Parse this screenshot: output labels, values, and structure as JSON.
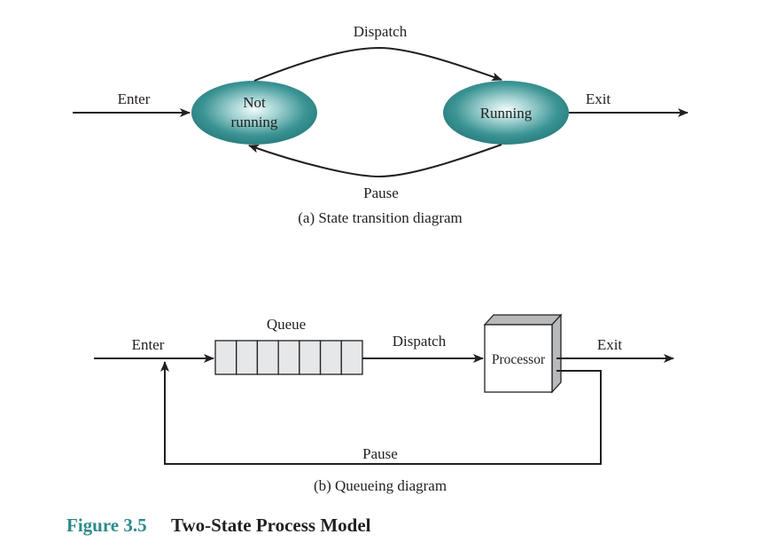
{
  "diagram_a": {
    "caption": "(a) State transition diagram",
    "states": {
      "not_running": {
        "line1": "Not",
        "line2": "running"
      },
      "running": {
        "label": "Running"
      }
    },
    "transitions": {
      "enter": "Enter",
      "dispatch": "Dispatch",
      "pause": "Pause",
      "exit": "Exit"
    },
    "state_color": "#2e8a8a"
  },
  "diagram_b": {
    "caption": "(b) Queueing diagram",
    "queue_label": "Queue",
    "queue_cells": 7,
    "processor_label": "Processor",
    "transitions": {
      "enter": "Enter",
      "dispatch": "Dispatch",
      "exit": "Exit",
      "pause": "Pause"
    }
  },
  "figure": {
    "number": "Figure 3.5",
    "title": "Two-State Process Model",
    "number_color": "#2e8a8a"
  }
}
